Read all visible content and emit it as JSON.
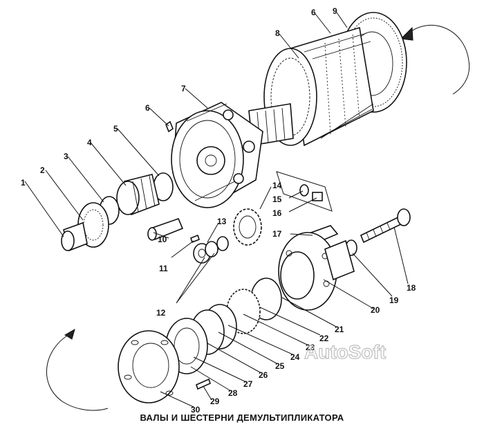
{
  "caption": "ВАЛЫ И ШЕСТЕРНИ ДЕМУЛЬТИПЛИКАТОРА",
  "watermark": "AutoSoft",
  "part_labels": [
    "1",
    "2",
    "3",
    "4",
    "5",
    "6",
    "7",
    "8",
    "6",
    "9",
    "10",
    "11",
    "12",
    "13",
    "14",
    "15",
    "16",
    "17",
    "18",
    "19",
    "20",
    "21",
    "22",
    "23",
    "24",
    "25",
    "26",
    "27",
    "28",
    "29",
    "30"
  ],
  "colors": {
    "ink": "#111111",
    "watermark": "#bdbdbd",
    "background": "#ffffff"
  }
}
